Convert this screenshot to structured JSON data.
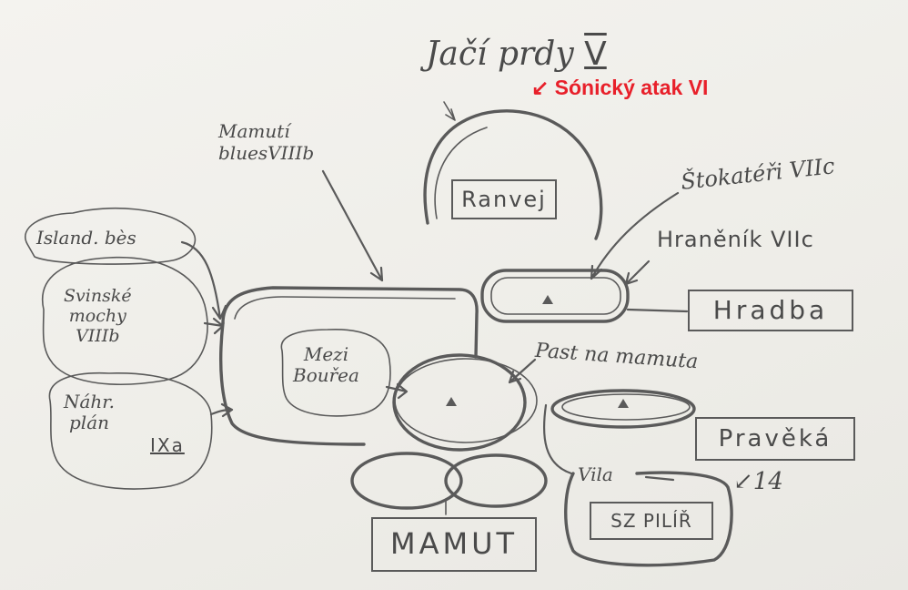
{
  "labels": {
    "jaci_prdy": "Jačí prdy",
    "jaci_prdy_grade": "V",
    "sonicky_atak": "Sónický atak VI",
    "sonicky_arrow": "↙",
    "mamuti_blues": "Mamutí\nbluesVIIIb",
    "stokateri": "Štokatéři VIIc",
    "hranenik": "Hraněník VIIc",
    "island_bes": "Island. bès",
    "svinske_mochy": "Svinské\nmochy\nVIIIb",
    "nahr_plan": "Náhr.\nplán",
    "nahr_plan_grade": "IXa",
    "mezi_boure": "Mezi\nBouřea",
    "past_na_mamuta": "Past na mamuta",
    "ranvej": "Ranvej",
    "hradba": "Hradba",
    "pravoka": "Pravěká",
    "vila": "Vila",
    "sz_pilir": "SZ PILÍŘ",
    "mamut": "MAMUT",
    "number_14": "↙14"
  },
  "colors": {
    "pencil": "#5a5a5a",
    "annotation": "#e8202a",
    "paper": "#f1f0ec"
  }
}
